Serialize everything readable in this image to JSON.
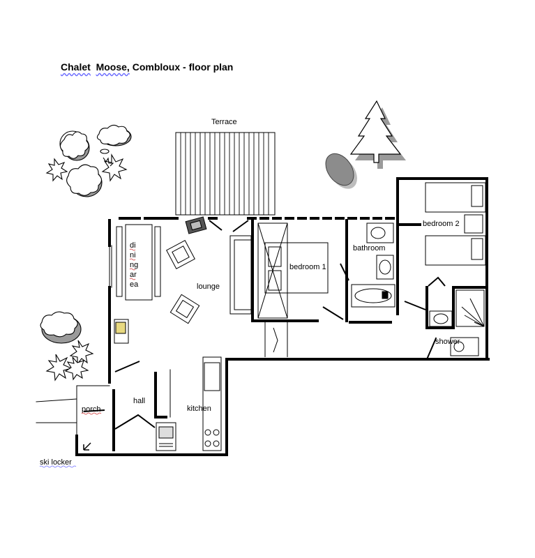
{
  "title": {
    "part1": "Chalet",
    "part2": "Moose,",
    "part3": "Combloux - floor plan"
  },
  "labels": {
    "terrace": "Terrace",
    "lounge": "lounge",
    "dining_lines": [
      "di",
      "ni",
      "ng",
      "ar",
      "ea"
    ],
    "bedroom1": "bedroom 1",
    "bedroom2": "bedroom 2",
    "bathroom": "bathroom",
    "shower": "shower",
    "porch": "porch",
    "hall": "hall",
    "kitchen": "kitchen",
    "ski_locker": "ski locker"
  },
  "colors": {
    "wall": "#000000",
    "foliage": "#ffffff",
    "shadow": "#9a9a9a",
    "rock": "#8c8c8c",
    "spellcheck_red": "#d03030",
    "spellcheck_blue": "#6a6aff"
  },
  "icons": [
    "pine-tree-icon",
    "bush-icon",
    "rock-icon",
    "tv-icon",
    "armchair-icon",
    "sink-icon",
    "toilet-icon",
    "bathtub-icon",
    "stove-icon",
    "fireplace-icon"
  ]
}
